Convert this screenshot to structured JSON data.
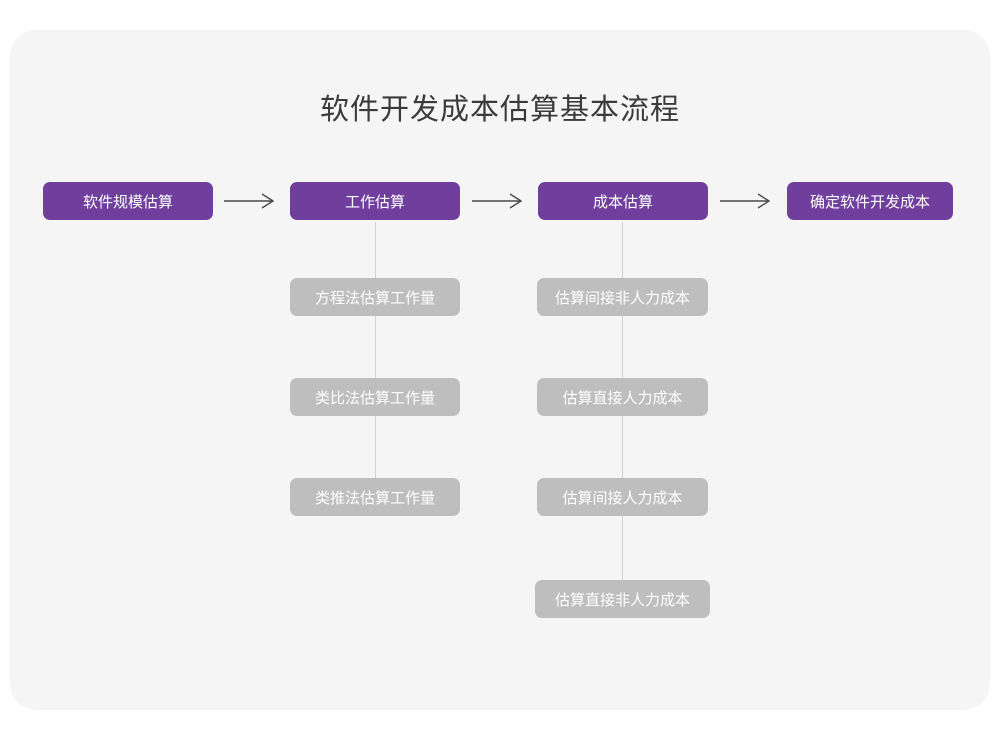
{
  "page": {
    "title": "软件开发成本估算基本流程",
    "background_color": "#ffffff",
    "card_color": "#f5f5f5"
  },
  "theme": {
    "primary_color": "#703f9e",
    "secondary_color": "#bebebe",
    "connector_color": "#d2d2d2",
    "title_color": "#3b3b3b",
    "node_text_color": "#ffffff"
  },
  "flow": {
    "steps": [
      {
        "id": "step-1",
        "label": "软件规模估算",
        "children": []
      },
      {
        "id": "step-2",
        "label": "工作估算",
        "children": [
          {
            "id": "step-2-sub-1",
            "label": "方程法估算工作量"
          },
          {
            "id": "step-2-sub-2",
            "label": "类比法估算工作量"
          },
          {
            "id": "step-2-sub-3",
            "label": "类推法估算工作量"
          }
        ]
      },
      {
        "id": "step-3",
        "label": "成本估算",
        "children": [
          {
            "id": "step-3-sub-1",
            "label": "估算间接非人力成本"
          },
          {
            "id": "step-3-sub-2",
            "label": "估算直接人力成本"
          },
          {
            "id": "step-3-sub-3",
            "label": "估算间接人力成本"
          },
          {
            "id": "step-3-sub-4",
            "label": "估算直接非人力成本"
          }
        ]
      },
      {
        "id": "step-4",
        "label": "确定软件开发成本",
        "children": []
      }
    ],
    "connectors": [
      {
        "id": "arrow-1",
        "from": "step-1",
        "to": "step-2",
        "glyph": "arrow-right-icon"
      },
      {
        "id": "arrow-2",
        "from": "step-2",
        "to": "step-3",
        "glyph": "arrow-right-icon"
      },
      {
        "id": "arrow-3",
        "from": "step-3",
        "to": "step-4",
        "glyph": "arrow-right-icon"
      }
    ]
  }
}
